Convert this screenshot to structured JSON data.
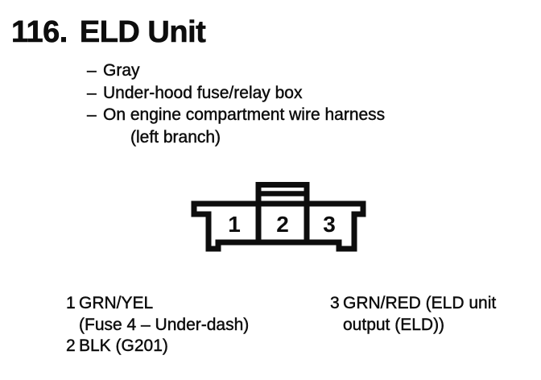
{
  "header": {
    "number": "116.",
    "title": "ELD Unit"
  },
  "bullet_char": "–",
  "properties": [
    "Gray",
    "Under-hood fuse/relay box",
    "On engine compartment wire harness"
  ],
  "properties_continuation": "(left branch)",
  "connector": {
    "pins": [
      "1",
      "2",
      "3"
    ]
  },
  "legend": {
    "pins": [
      {
        "num": "1",
        "lines": [
          "GRN/YEL",
          "(Fuse 4 – Under-dash)"
        ]
      },
      {
        "num": "2",
        "lines": [
          "BLK (G201)"
        ]
      },
      {
        "num": "3",
        "lines": [
          "GRN/RED (ELD unit",
          "output (ELD))"
        ]
      }
    ]
  },
  "colors": {
    "ink": "#0d0d0d",
    "paper": "#ffffff"
  }
}
